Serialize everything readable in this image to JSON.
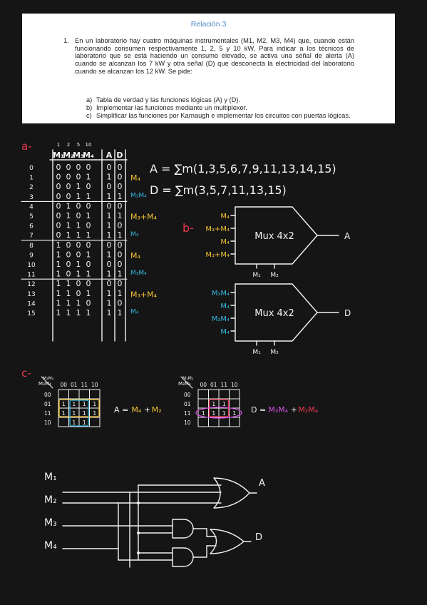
{
  "problem": {
    "title": "Relación 3",
    "number": "1.",
    "statement": "En un laboratorio hay cuatro máquinas instrumentales (M1, M2, M3, M4) que, cuando están funcionando consumen respectivamente 1, 2, 5 y 10 kW. Para indicar a los técnicos de laboratorio que se está haciendo un consumo elevado, se activa una señal de alerta (A) cuando se alcanzan los 7 kW y otra señal (D) que desconecta la electricidad del laboratorio cuando se alcanzan los 12 kW. Se pide:",
    "items": [
      {
        "label": "a)",
        "text": "Tabla de verdad y las funciones lógicas (A) y (D)."
      },
      {
        "label": "b)",
        "text": "Implementar las funciones mediante un multiplexor."
      },
      {
        "label": "c)",
        "text": "Simplificar las funciones por Karnaugh e implementar los circuitos con puertas lógicas."
      }
    ]
  },
  "colors": {
    "red": "#e8384f",
    "yellow": "#f2c230",
    "cyan": "#35b6e0",
    "magenta": "#d44fe0",
    "white": "#f2f2f2"
  },
  "section_a": {
    "label": "a-",
    "weights": [
      "1",
      "2",
      "5",
      "10"
    ],
    "headers": [
      "M₁",
      "M₂",
      "M₃",
      "M₄",
      "A",
      "D"
    ],
    "rows": [
      {
        "i": "0",
        "bits": [
          "0",
          "0",
          "0",
          "0"
        ],
        "a": "0",
        "d": "0"
      },
      {
        "i": "1",
        "bits": [
          "0",
          "0",
          "0",
          "1"
        ],
        "a": "1",
        "d": "0"
      },
      {
        "i": "2",
        "bits": [
          "0",
          "0",
          "1",
          "0"
        ],
        "a": "0",
        "d": "0"
      },
      {
        "i": "3",
        "bits": [
          "0",
          "0",
          "1",
          "1"
        ],
        "a": "1",
        "d": "1"
      },
      {
        "i": "4",
        "bits": [
          "0",
          "1",
          "0",
          "0"
        ],
        "a": "0",
        "d": "0"
      },
      {
        "i": "5",
        "bits": [
          "0",
          "1",
          "0",
          "1"
        ],
        "a": "1",
        "d": "1"
      },
      {
        "i": "6",
        "bits": [
          "0",
          "1",
          "1",
          "0"
        ],
        "a": "1",
        "d": "0"
      },
      {
        "i": "7",
        "bits": [
          "0",
          "1",
          "1",
          "1"
        ],
        "a": "1",
        "d": "1"
      },
      {
        "i": "8",
        "bits": [
          "1",
          "0",
          "0",
          "0"
        ],
        "a": "0",
        "d": "0"
      },
      {
        "i": "9",
        "bits": [
          "1",
          "0",
          "0",
          "1"
        ],
        "a": "1",
        "d": "0"
      },
      {
        "i": "10",
        "bits": [
          "1",
          "0",
          "1",
          "0"
        ],
        "a": "0",
        "d": "0"
      },
      {
        "i": "11",
        "bits": [
          "1",
          "0",
          "1",
          "1"
        ],
        "a": "1",
        "d": "1"
      },
      {
        "i": "12",
        "bits": [
          "1",
          "1",
          "0",
          "0"
        ],
        "a": "0",
        "d": "0"
      },
      {
        "i": "13",
        "bits": [
          "1",
          "1",
          "0",
          "1"
        ],
        "a": "1",
        "d": "1"
      },
      {
        "i": "14",
        "bits": [
          "1",
          "1",
          "1",
          "0"
        ],
        "a": "1",
        "d": "0"
      },
      {
        "i": "15",
        "bits": [
          "1",
          "1",
          "1",
          "1"
        ],
        "a": "1",
        "d": "1"
      }
    ],
    "group_labels": [
      {
        "text": "M₄",
        "color": "yellow"
      },
      {
        "text": "M₃M₄",
        "color": "cyan"
      },
      {
        "text": "M₃+M₄",
        "color": "yellow"
      },
      {
        "text": "M₄",
        "color": "cyan"
      },
      {
        "text": "M₄",
        "color": "yellow"
      },
      {
        "text": "M₃M₄",
        "color": "cyan"
      },
      {
        "text": "M₃+M₄",
        "color": "yellow"
      },
      {
        "text": "M₄",
        "color": "cyan"
      }
    ],
    "func_a": "A = ∑m(1,3,5,6,7,9,11,13,14,15)",
    "func_d": "D = ∑m(3,5,7,11,13,15)"
  },
  "section_b": {
    "label": "b-",
    "mux_label": "Mux 4x2",
    "mux_a_inputs": [
      {
        "text": "M₄",
        "color": "yellow"
      },
      {
        "text": "M₃+M₄",
        "color": "yellow"
      },
      {
        "text": "M₄",
        "color": "yellow"
      },
      {
        "text": "M₃+M₄",
        "color": "yellow"
      }
    ],
    "mux_d_inputs": [
      {
        "text": "M₃M₄",
        "color": "cyan"
      },
      {
        "text": "M₄",
        "color": "cyan"
      },
      {
        "text": "M₃M₄",
        "color": "cyan"
      },
      {
        "text": "M₄",
        "color": "cyan"
      }
    ],
    "selects": [
      "M₁",
      "M₂"
    ],
    "out_a": "A",
    "out_d": "D"
  },
  "section_c": {
    "label": "c-",
    "kmap_cols": [
      "00",
      "01",
      "11",
      "10"
    ],
    "kmap_rows": [
      "00",
      "01",
      "11",
      "10"
    ],
    "corner_top": "M₁M₂",
    "corner_left": "M₃M₄",
    "kmap_a": [
      [
        "",
        "",
        "",
        ""
      ],
      [
        "1",
        "1",
        "1",
        "1"
      ],
      [
        "1",
        "1",
        "1",
        "1"
      ],
      [
        "",
        "1",
        "1",
        ""
      ]
    ],
    "kmap_d": [
      [
        "",
        "",
        "",
        ""
      ],
      [
        "",
        "1",
        "1",
        ""
      ],
      [
        "1",
        "1",
        "1",
        "1"
      ],
      [
        "",
        "",
        "",
        ""
      ]
    ],
    "expr_a": "A = M₄ + M₂",
    "expr_d": "D = M₃M₄ + M₂M₄",
    "expr_d_parts": [
      {
        "text": "D =",
        "color": "white"
      },
      {
        "text": "M₃M₄",
        "color": "magenta"
      },
      {
        "text": "+",
        "color": "white"
      },
      {
        "text": "M₂M₄",
        "color": "red"
      }
    ],
    "expr_a_parts": [
      {
        "text": "A =",
        "color": "white"
      },
      {
        "text": "M₄",
        "color": "yellow"
      },
      {
        "text": "+",
        "color": "white"
      },
      {
        "text": "M₂",
        "color": "yellow"
      }
    ]
  },
  "circuit": {
    "inputs": [
      "M₁",
      "M₂",
      "M₃",
      "M₄"
    ],
    "out_a": "A",
    "out_d": "D"
  }
}
